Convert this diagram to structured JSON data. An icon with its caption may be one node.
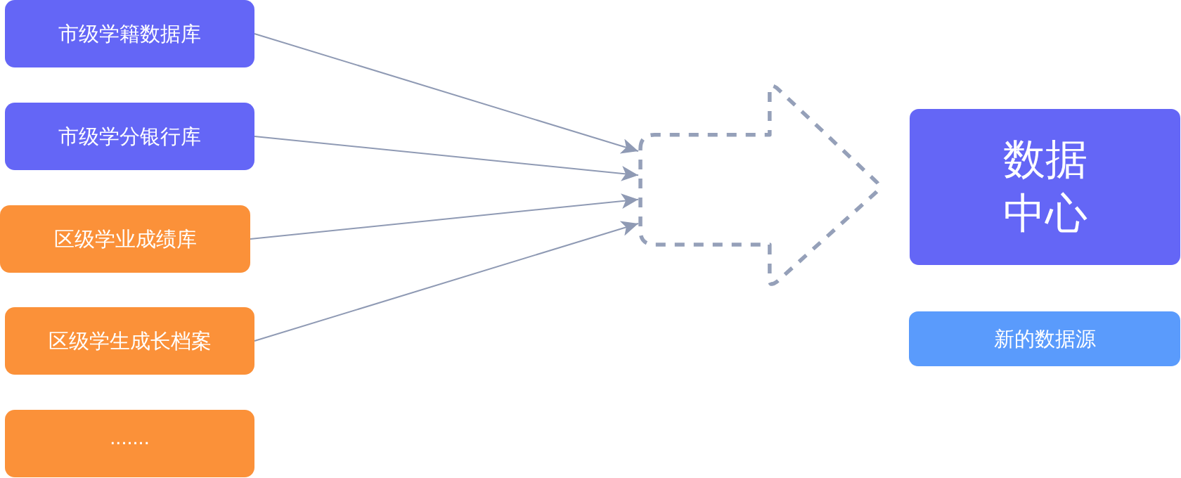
{
  "diagram": {
    "nodes": [
      {
        "text": [
          "市级学籍数据库"
        ]
      },
      {
        "text": [
          "市级学分银行库"
        ]
      },
      {
        "text": [
          "区级学业成绩库"
        ]
      },
      {
        "text": [
          "区级学生成长档案"
        ]
      },
      {
        "text": [
          "......."
        ]
      },
      {
        "text": [],
        "shape": "arrow"
      },
      {
        "text": [
          "数据中心"
        ]
      },
      {
        "text": [
          "新的数据源"
        ]
      }
    ],
    "edges": [
      {
        "from": 0,
        "to": 5,
        "arrow": "to"
      },
      {
        "from": 1,
        "to": 5,
        "arrow": "to"
      },
      {
        "from": 2,
        "to": 5,
        "arrow": "to"
      },
      {
        "from": 3,
        "to": 5,
        "arrow": "to"
      }
    ]
  }
}
